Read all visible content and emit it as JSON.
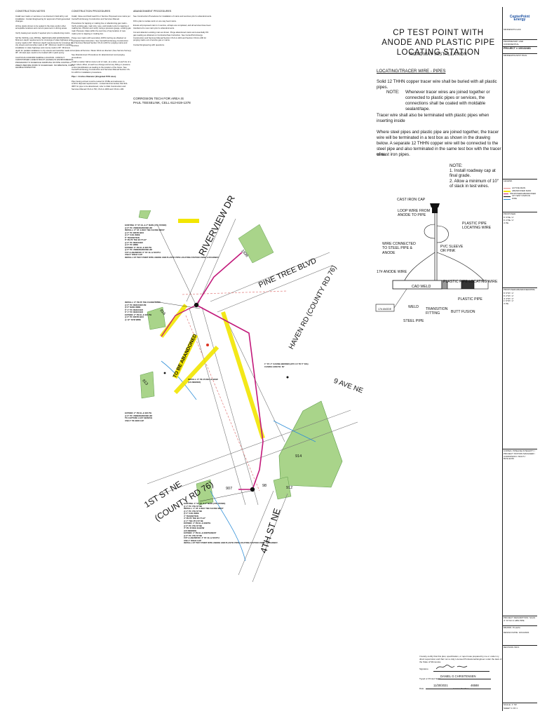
{
  "notes": {
    "construction_notes": {
      "heading": "CONSTRUCTION NOTES",
      "p1": "Install new mains or services or as directed in field all by soil installation. Contact Engineering for approval of field generated changes.",
      "p2": "All line plants shown to be sealed in the trace and/or other acceptable locations and current pavement in driving areas.",
      "p3": "Verify Gaslog test results if required prior to abandoning mains.",
      "p4": "NOTE: INSTALL ALL PIPING, SERVICES AND EXPANSIONS. Minimum depth requirements for crossings of state highways and county roads is 60\". Minimum depth requirements for crossings of city streets and township roads is 48\". Minimum depth for parallel installation in state highways and county roads is 60\". Minimum depth for parallel installation in city streets and township roads is 36\". All steel pipe needs to be treated with 2 pack epoxy.",
      "p5": "CAUTIOUS CONFIRM SAMPLE LOCATION. CONTACT CHRISTOPHER LANEUS BOLDT (HAKEN) IN ENVIRONMENTAL PROGRAMS TO SCHEDULE SAMPLING OF PIPE COATING 2 WEEKS BEFORE WORK IS SCHEDULED. NO ABRASIVE, FOR A LEGIBLE INSPECTOR."
    },
    "construction_procedures": {
      "heading": "CONSTRUCTION PROCEDURES",
      "p1": "Install, Close and Field read Kit or Service Proposed new mains per CenterPoint Energy Construction and Services Manual.",
      "p2": "Procedures for tapping or making live or abandoning gas mains - Verify existing gas, main size, type, and location prior to tapping or making live. Monitor and notify, using a pressure gauge, existing gas main Pressure Class within the test time of tap location of new mains prior to tapping or making live.",
      "p3": "Purge new mains with secondary 100% inerting as obtained on Contractor/Gas Instruction. See CenterPoint Energy Construction and Services Manual Section CS-9-1-200 for purging mains and services.",
      "p4": "Complete all Service / Meter Work as directed. (See Service Survey)",
      "p5": "See Abandonment Procedures for abandonment and purging procedures.",
      "p6": "Install a marker ball at owner end of main, at a valve, at each tie of a tie-in where offset, at each tee change and at any fitting or pressure control identification as leading to the location of the future. See CenterPoint Energy Construction and Services Manual Section CS-9-1-200 for installation procedures.",
      "p7_title": "Pipe < 4 inches Diameter (Integrated PVD sizes)",
      "p7": "Pipe having arrived must be tested for PCBs and asbestos to confirm disposal requirements - contact Environmental, 612-321-4957 for pipe to be abandoned, refer to CEH Construction and Services Manual CS-9-1-700, CS-9-1-1000 and CS-9-1-100."
    },
    "abandonment_procedures": {
      "heading": "ABANDONMENT PROCEDURES",
      "p1": "See Construction Procedures for installation of mains and services prior to abandonments.",
      "p2": "Fill to plan to isolate work on one way feed mains.",
      "p3": "Ensure all proposed main is in service, all taps are completed, and all services have been transferred to new main prior to abandonments.",
      "p4": "Cut and abandon existing main as shown. Purge abandoned mains and essentially 0% gas reading as obtained on Contractor/Gas Instruction. See CenterPoint Energy Construction and Services Manual Section CS-9-1-1101 and Section CS-9-1-200 for purging mains out of service gas or mains.",
      "p5": "Contact Engineering with questions."
    },
    "contact_line1": "CORROSION TECH FOR AREA IS",
    "contact_line2": "PAUL TEESELINK, CELL 612-819-1378"
  },
  "spec": {
    "title": "CP TEST POINT WITH ANODE AND PLASTIC PIPE LOCATING STATION",
    "subtitle": "ROADWAY INSTALLATION",
    "section_heading": "LOCATING/TRACER WIRE - PIPES",
    "para1": "Solid 12 THHN copper tracer wire shall be buried with all plastic pipes.",
    "note_label": "NOTE:",
    "note_text": "Whenever tracer wires are joined together or connected to plastic pipes or services, the connections shall be coated with moldable sealant/tape.",
    "para2": "Tracer wire shall also be terminated with plastic pipes when inserting inside",
    "para3": "Where steel pipes and plastic pipe are joined together, the tracer wire will be terminated in a test box as shown in the drawing below. A separate 12 THHN copper wire will be connected to the steel pipe and also terminated in the same test box with the tracer wire.",
    "para3b": "of cast iron pipes.",
    "detail_note": "NOTE:\n1. Install roadway cap at final grade.\n2. Allow a minimum of 10\" of slack in test wires."
  },
  "detail": {
    "cast_iron_cap": "CAST IRON CAP",
    "loop_wire": "LOOP WIRE FROM ANODE TO PIPE",
    "plastic_locating_wire": "PLASTIC PIPE LOCATING WIRE",
    "wire_connected": "WIRE CONNECTED TO STEEL PIPE & ANODE",
    "pvc_sleeve": "PVC SLEEVE OR PINK",
    "anode_wire": "17# ANODE WIRE",
    "cad_weld": "CAD WELD",
    "plastic_locating_wire2": "PLASTIC PIPE LOCATING WIRE",
    "plastic_pipe": "PLASTIC PIPE",
    "anode_box": "17# ANODE",
    "weld": "WELD",
    "transition": "TRANSITION FITTING",
    "butt_fusion": "BUTT FUSION",
    "steel_pipe": "STEEL PIPE"
  },
  "map": {
    "streets": {
      "riverview": "RIVERVIEW DR",
      "pine_tree": "PINE TREE BLVD",
      "haven": "HAVEN RD (COUNTY RD 76)",
      "ave9": "9 AVE NE",
      "st1": "1ST ST NE",
      "county76": "(COUNTY RD 76)",
      "st4": "4TH ST NE"
    },
    "parcels": [
      "1936",
      "916",
      "914",
      "912",
      "913",
      "907",
      "98"
    ],
    "highlight_tag": "TO BE ABANDONED",
    "callouts": {
      "c1": "EXISTING: 6\" ST. EL & 2\" MAIN (4TH STAND)\n@ 6\" PC UNDERGROUND 2M\nINSTALL: 6\" ST. 2-WAY TEE FACING WEST\n@ 6\" PC INSTR BOX\n@ 2\" 6 ML WIDE\n6\" TRANSITION\n6\" PE PF TEE 90 FT-12\"\n@ 6\" PC REDUCER\n@ 6\" PC WIRE\nEXTEND: 6\" PE EL & SOUTH\n@ 6\" PC UNDERGROUND 2M\nCUT & ABANDON: 6\" ST. EL & SOUTH\nUSE 6\" WELD CAP\nINSTALL CP TEST POINT WITH ANODE AND PLASTIC PIPE LOCATING STATION USING A ROADWAY.",
      "c2": "INSTALL: 6\" PE PF TEE FACING EAST\n@ 6\" PC REDUCER 2M\n@ 6\" MAIN WIRE\n6\" 2\" PC REDUCER\n6\" 4\" PC REDUCER\nEXTEND: 2\" PE EL & SOUTH\n@ 6\" PC INSTR BOX\n@ 12\" NYM WIRE",
      "c3": "INSTALL: 6\" PE 45 DEG ELBOW\n(AS NEEDED)",
      "c4": "EXTEND: 2\" PE EL & SOUTH\n@ 6\" PC UNDERGROUND 2M\nTO CAPTURE LAST SERVICE\nUSE 2\" PE END CAP",
      "c5": "1\" ST. 4\" CASING BEDDED (APX 4.5 TO 5\" DIA)\nCASING LENGTH: 60'",
      "c6": "EXISTING: 4\" ST. EL & 2\" MAIN (4TH STAND)\n@ 4\" PC 4TH ST NE\nINSTALL: 4\" ST. 2-WAY TEE FACING WEST\n@ 4\" PC 4TH ST NE\n@ 2\" 6 ML WIDE\n4\" TRANSITION\n4\" PE PF TEE 90 FT-12\"\n@ 4\" TEE 4TH ST NE\nEXTEND: 4\" PE EL & NORTH\n@ 6\" PC 4TH ST NE\n4\" PE 45 DEG ELBOW\n(AS NEEDED)\nEXTEND: 4\" PE EL & NORTHWEST\n@ 6\" PC 4TH ST NE\nCUT & ABANDON: 4\" ST. EL & SOUTH\nUSE 4\" WELD CAP\nINSTALL CP TEST POINT WITH ANODE AND PLASTIC PIPE LOCATING STATION USING A ROADWAY."
    }
  },
  "title_block": {
    "company": "CenterPoint Energy",
    "company_sub": "MINNESOTA GAS",
    "proprietary": "PROPRIETARY AND CONFIDENTIAL",
    "project_no": "PROJECT # 100132481",
    "city": "MINNEAPOLIS/ST PAUL",
    "legend_title": "LEGEND",
    "legend": [
      "ACTIVE MAIN",
      "ABANDONED MAIN",
      "PROPOSED/ABANDONED",
      "CP TEST STATION",
      "PIPE"
    ],
    "proposed": "PROPOSED:",
    "prop_items": [
      "6' 6\"PE / 2'",
      "6' 2\"PE / 2'",
      "4' PE"
    ],
    "abandoned": "PROPOSED/ABANDONED/PIPE:",
    "ab_items": [
      "6' 6\"ST / 2'",
      "6' 2\"ST / 2'",
      "4' 4\"ST / 2'",
      "1' 6\"ST / 2'",
      "4' PE"
    ],
    "copies": "COPIES: PIPELINE INTEGRITY / PROJECT STATION MANAGER / CORROSION / MULTI / BUSLEVIN",
    "description": "PROJECT DESCRIPTION: SCAS 4\" ST NO 2 ABN PIPE",
    "drawn": "DRAWN: P.Laszlo",
    "date": "DESIGN DATE: 10/11/2021",
    "revision": "REVISION INFO",
    "scale": "SCALE: 1\" 50'",
    "sheet": "SHEET 1 OF 1"
  },
  "cert": {
    "text": "I hereby certify that this plan, specification, or report was prepared by me or under my direct supervision and that I am a duly Licensed Professional Engineer under the laws of the State of Minnesota.",
    "signature_label": "Signature",
    "name_label": "Typed or Printed Name",
    "name": "DANIEL G CHRISTENSEN",
    "date_label": "Date",
    "date": "11/30/2021",
    "license_label": "License Number",
    "license": "46588"
  },
  "colors": {
    "proposed": "#c2187a",
    "abandoned_hl": "#f2e600",
    "water": "#2f8fd8",
    "lot": "#a9d48a",
    "lot_border": "#5f9d4c",
    "gas_main": "#e58a8a"
  }
}
